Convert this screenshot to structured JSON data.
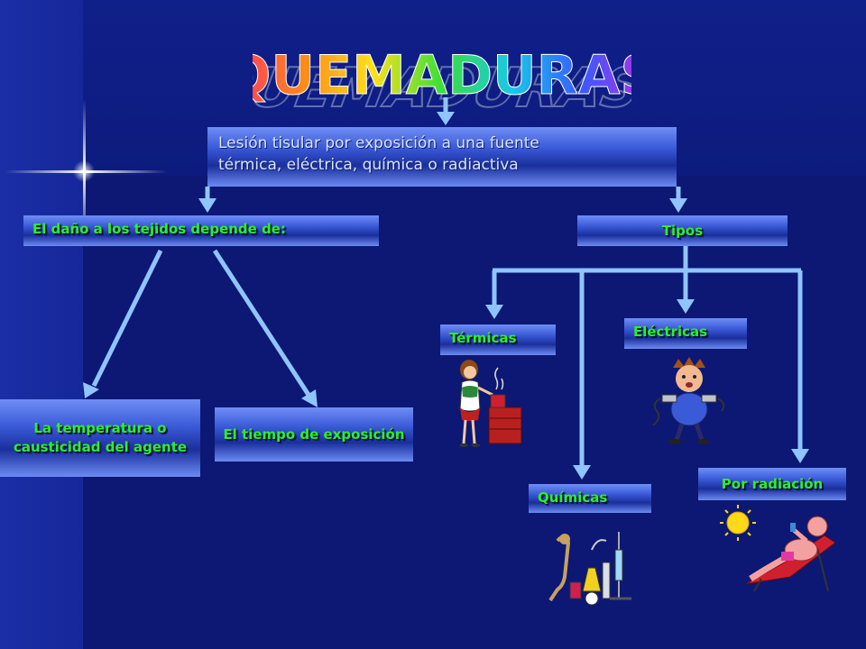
{
  "title": "QUEMADURAS",
  "definition_lines": [
    "Lesión tisular por exposición a una fuente",
    "térmica, eléctrica, química o radiactiva"
  ],
  "factors": {
    "label": "El daño a los tejidos depende de:",
    "items": [
      "La temperatura o causticidad del agente",
      "El tiempo de exposición"
    ]
  },
  "types": {
    "label": "Tipos",
    "items": [
      "Térmicas",
      "Eléctricas",
      "Químicas",
      "Por radiación"
    ]
  },
  "colors": {
    "box_text": "#2cf02a",
    "connector": "#8fc4ff",
    "background": "#0e1a7a"
  },
  "icons": [
    "cook-clipart-icon",
    "electric-shock-clipart-icon",
    "chemistry-clipart-icon",
    "sunbathing-clipart-icon",
    "sparkle-icon"
  ]
}
